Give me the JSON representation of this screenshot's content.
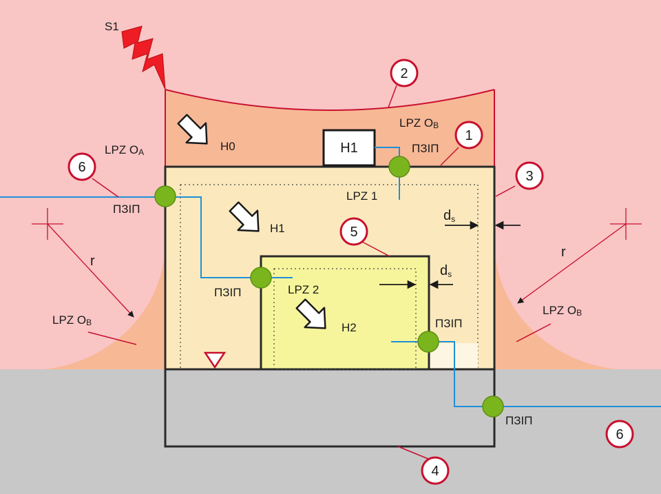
{
  "colors": {
    "sky": "#f9c5c5",
    "ground": "#c8c8c8",
    "zone0b": "#f7b896",
    "zone1": "#fbe9bd",
    "zone2": "#f6f59c",
    "outline": "#2a2a2a",
    "cable": "#1e8fd6",
    "bond": "#7ab51d",
    "callout": "#c8102e",
    "lightning": "#ee1c24"
  },
  "labels": {
    "strike": "S1",
    "h0": "H0",
    "h1_box": "H1",
    "h1_inner": "H1",
    "h2": "H2",
    "lpz0a": {
      "main": "LPZ O",
      "sub": "A"
    },
    "lpz0b_top": {
      "main": "LPZ O",
      "sub": "B"
    },
    "lpz0b_left": {
      "main": "LPZ O",
      "sub": "B"
    },
    "lpz0b_right": {
      "main": "LPZ O",
      "sub": "B"
    },
    "lpz1": "LPZ 1",
    "lpz2": "LPZ 2",
    "ds_outer": {
      "main": "d",
      "sub": "s"
    },
    "ds_inner": {
      "main": "d",
      "sub": "s"
    },
    "r_left": "r",
    "r_right": "r",
    "bonding_top": "ПЗІП",
    "bonding_left": "ПЗІП",
    "bonding_mid": "ПЗІП",
    "bonding_right": "ПЗІП",
    "bonding_ground": "ПЗІП"
  },
  "callouts": [
    "2",
    "1",
    "6",
    "3",
    "5",
    "4",
    "6"
  ]
}
